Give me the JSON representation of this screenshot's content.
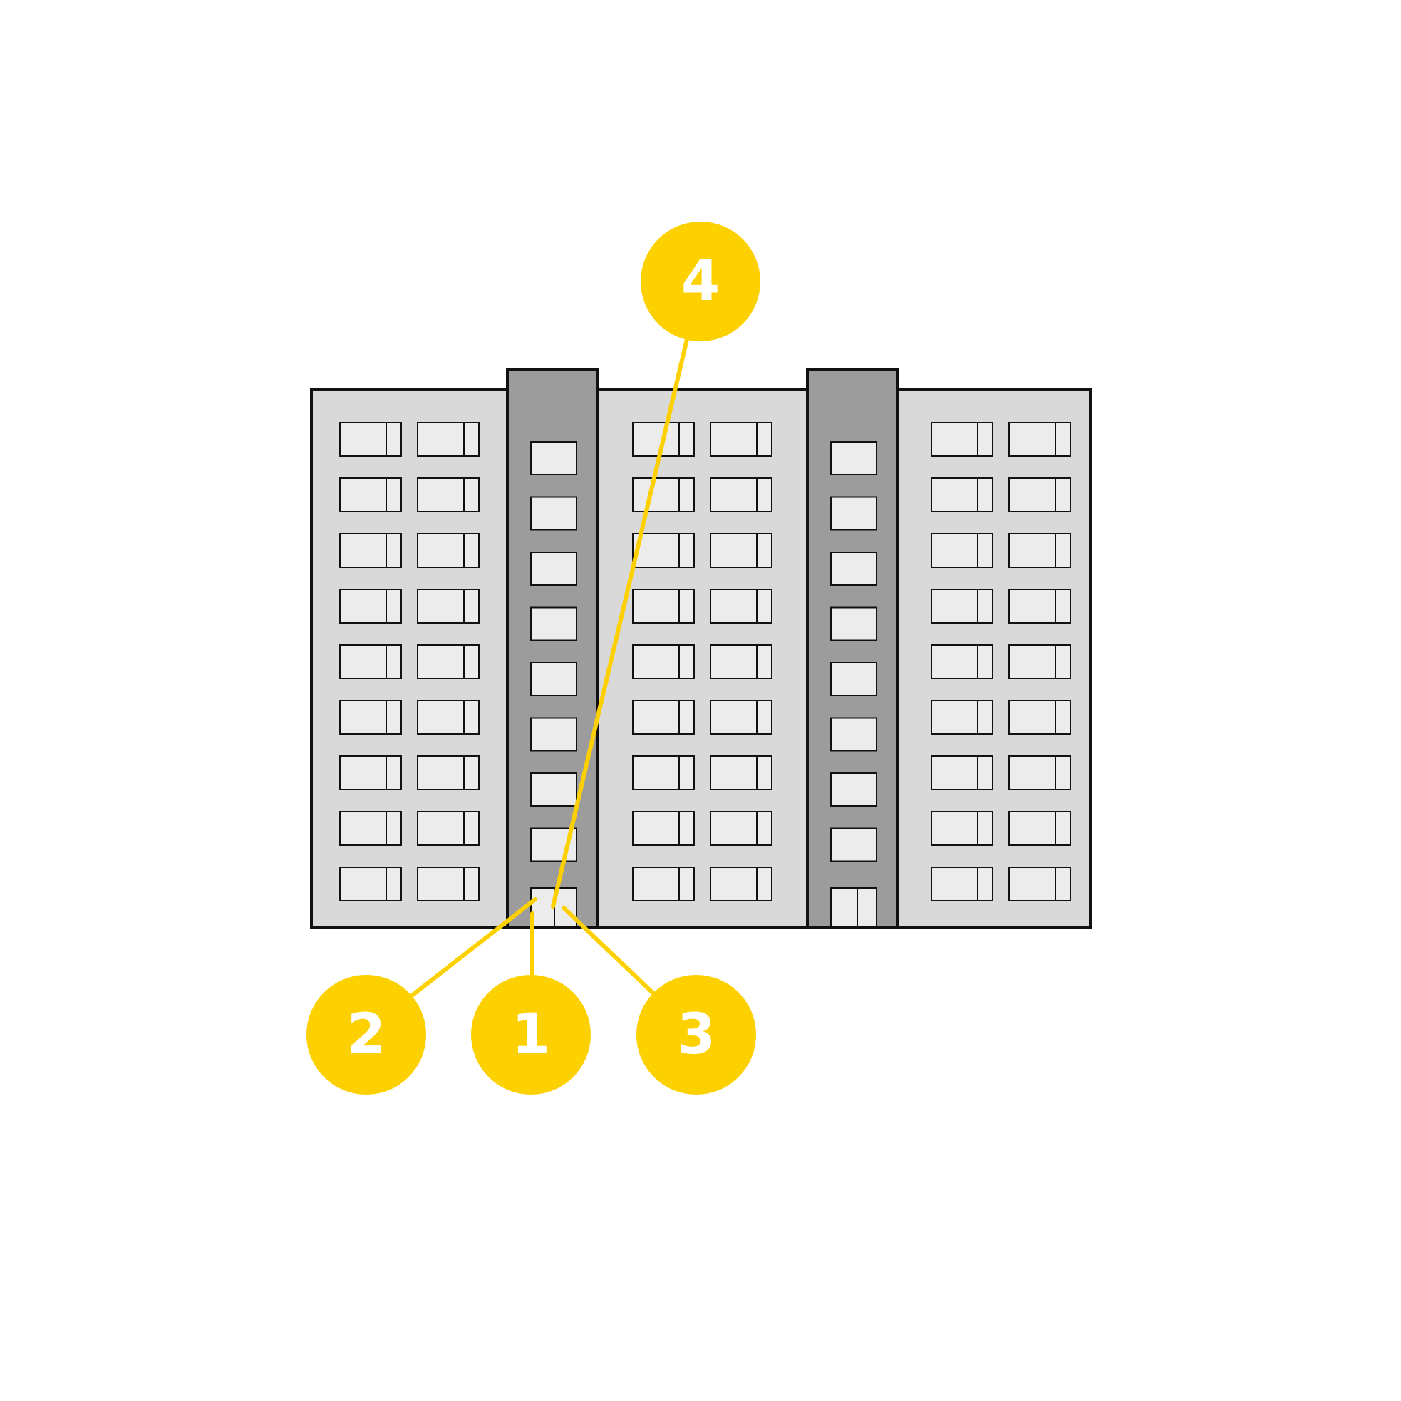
{
  "colors": {
    "background": "#ffffff",
    "wing_fill": "#d9d9d9",
    "stair_core_fill": "#9c9c9c",
    "window_fill": "#ececec",
    "outline": "#111111",
    "callout": "#fdd000",
    "callout_text": "#ffffff"
  },
  "building": {
    "floors": 9,
    "wings": 3,
    "stair_cores": 2
  },
  "callouts": [
    {
      "label": "1"
    },
    {
      "label": "2"
    },
    {
      "label": "3"
    },
    {
      "label": "4"
    }
  ]
}
